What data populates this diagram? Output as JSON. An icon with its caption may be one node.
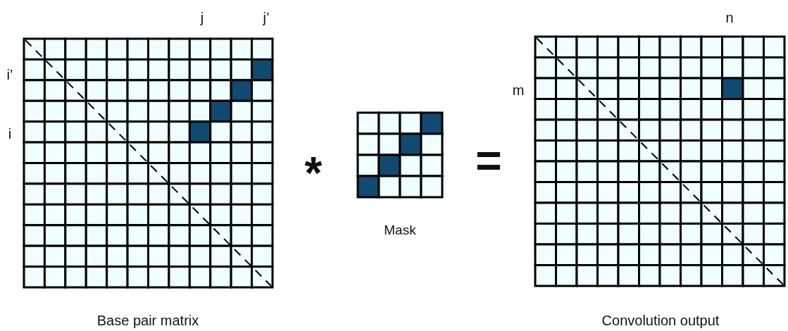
{
  "diagram": {
    "labels": [
      "j",
      "j’",
      "n",
      "i’",
      "m",
      "i",
      "*",
      "=",
      "Mask",
      "Base pair matrix",
      "Convolution output"
    ]
  }
}
